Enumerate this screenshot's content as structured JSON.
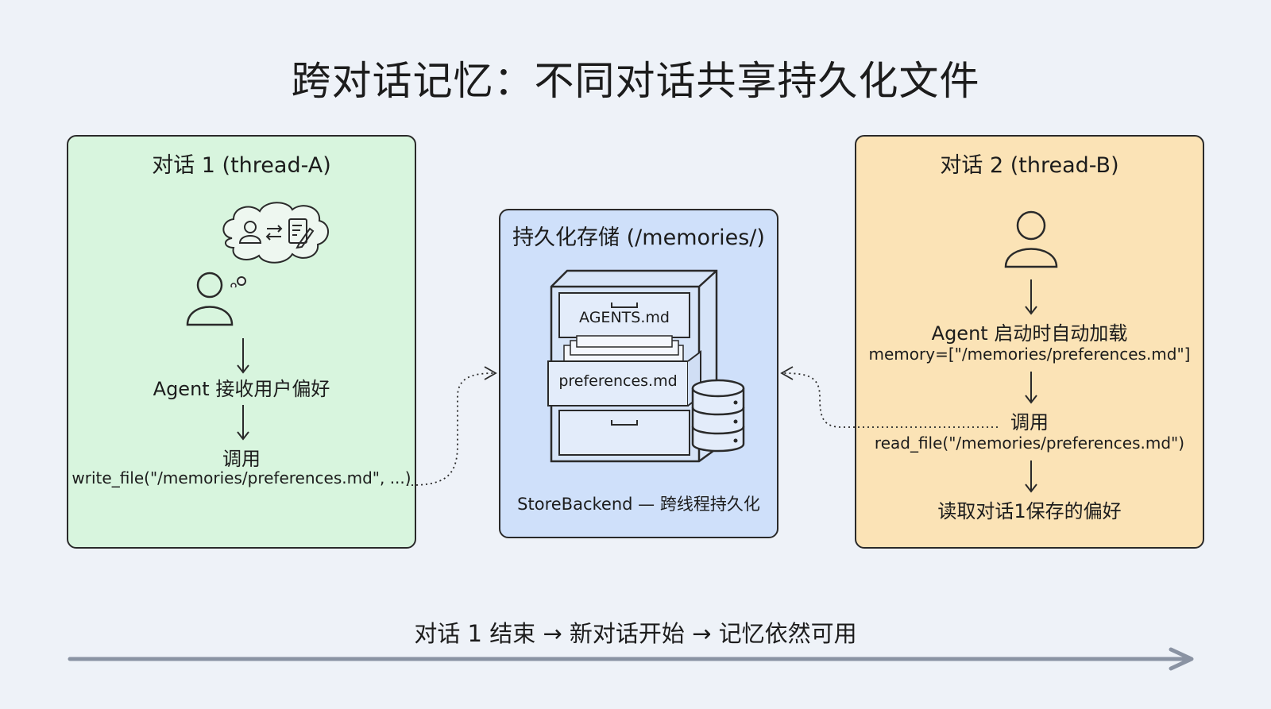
{
  "title": "跨对话记忆：不同对话共享持久化文件",
  "thread_a": {
    "title": "对话 1 (thread-A)",
    "step1": "Agent 接收用户偏好",
    "step2_label": "调用",
    "step2_code": "write_file(\"/memories/preferences.md\", ...)"
  },
  "storage": {
    "title": "持久化存储 (/memories/)",
    "drawer1": "AGENTS.md",
    "drawer2": "preferences.md",
    "footer": "StoreBackend — 跨线程持久化"
  },
  "thread_b": {
    "title": "对话 2 (thread-B)",
    "step1": "Agent 启动时自动加载",
    "step1_code": "memory=[\"/memories/preferences.md\"]",
    "step2_label": "调用",
    "step2_code": "read_file(\"/memories/preferences.md\")",
    "step3": "读取对话1保存的偏好"
  },
  "timeline": "对话 1 结束 → 新对话开始 → 记忆依然可用",
  "colors": {
    "background": "#eef2f8",
    "thread_a_fill": "#d8f5de",
    "storage_fill": "#cfe0fa",
    "thread_b_fill": "#fbe3b6",
    "timeline_arrow": "#8a93a3"
  },
  "icons": [
    "user-icon",
    "thought-bubble-icon",
    "swap-arrows-icon",
    "edit-document-icon",
    "filing-cabinet-icon",
    "database-icon"
  ]
}
